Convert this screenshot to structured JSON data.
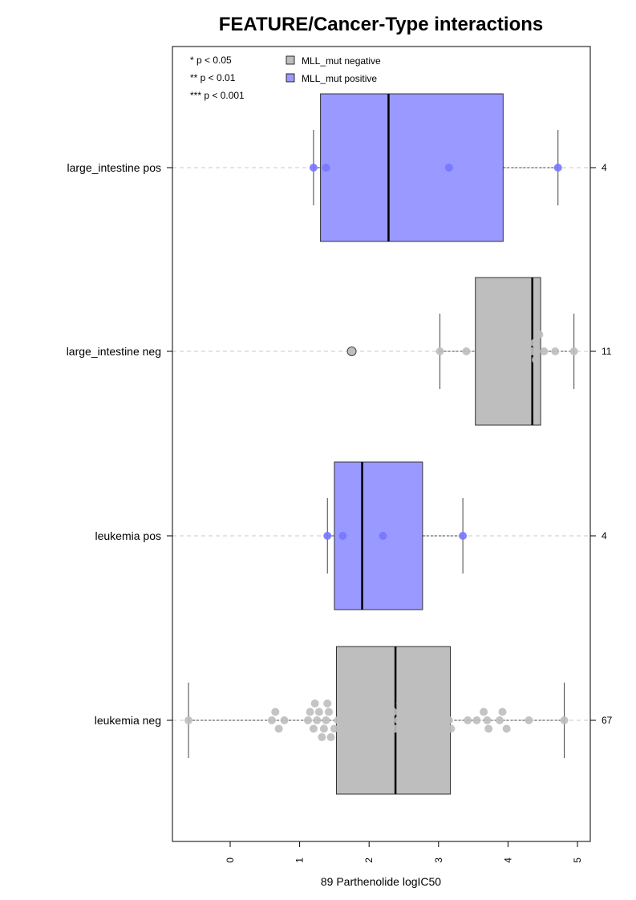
{
  "chart_data": {
    "type": "box",
    "title": "FEATURE/Cancer-Type interactions",
    "xlabel": "89 Parthenolide logIC50",
    "ylabel": "",
    "xlim": [
      -0.85,
      5.2
    ],
    "xticks": [
      "0",
      "1",
      "2",
      "3",
      "4",
      "5"
    ],
    "grid": "dashed horizontal lines at each group",
    "significance_legend": [
      "* p < 0.05",
      "** p < 0.01",
      "*** p < 0.001"
    ],
    "legend": [
      {
        "label": "MLL_mut negative",
        "color": "#bebebe"
      },
      {
        "label": "MLL_mut positive",
        "color": "#9999ff"
      }
    ],
    "groups": [
      {
        "label": "large_intestine pos",
        "n": "4",
        "status": "positive",
        "box": {
          "whisker_low": 1.2,
          "q1": 1.3,
          "median": 2.28,
          "q3": 3.93,
          "whisker_high": 4.72
        },
        "outliers": [],
        "points": [
          1.2,
          1.38,
          3.15,
          4.72
        ]
      },
      {
        "label": "large_intestine neg",
        "n": "11",
        "status": "negative",
        "box": {
          "whisker_low": 3.02,
          "q1": 3.53,
          "median": 4.35,
          "q3": 4.47,
          "whisker_high": 4.95
        },
        "outliers": [
          1.75
        ],
        "points": [
          3.02,
          3.4,
          3.65,
          3.95,
          4.35,
          4.38,
          4.4,
          4.45,
          4.52,
          4.68,
          4.95
        ]
      },
      {
        "label": "leukemia pos",
        "n": "4",
        "status": "positive",
        "box": {
          "whisker_low": 1.4,
          "q1": 1.5,
          "median": 1.9,
          "q3": 2.77,
          "whisker_high": 3.35
        },
        "outliers": [],
        "points": [
          1.4,
          1.62,
          2.2,
          3.35
        ]
      },
      {
        "label": "leukemia neg",
        "n": "67",
        "status": "negative",
        "box": {
          "whisker_low": -0.6,
          "q1": 1.53,
          "median": 2.38,
          "q3": 3.17,
          "whisker_high": 4.81
        },
        "outliers": [],
        "points": [
          -0.6,
          0.6,
          0.65,
          0.7,
          0.78,
          1.12,
          1.15,
          1.2,
          1.22,
          1.25,
          1.28,
          1.32,
          1.35,
          1.38,
          1.4,
          1.42,
          1.45,
          1.5,
          1.55,
          1.6,
          1.62,
          1.65,
          1.7,
          1.75,
          1.8,
          1.82,
          1.85,
          1.9,
          1.95,
          1.98,
          2.0,
          2.05,
          2.1,
          2.15,
          2.2,
          2.25,
          2.28,
          2.3,
          2.35,
          2.38,
          2.42,
          2.45,
          2.5,
          2.55,
          2.6,
          2.62,
          2.65,
          2.7,
          2.75,
          2.8,
          2.85,
          2.95,
          3.0,
          3.05,
          3.1,
          3.15,
          3.18,
          3.42,
          3.55,
          3.65,
          3.7,
          3.72,
          3.88,
          3.92,
          3.98,
          4.3,
          4.81
        ]
      }
    ]
  }
}
